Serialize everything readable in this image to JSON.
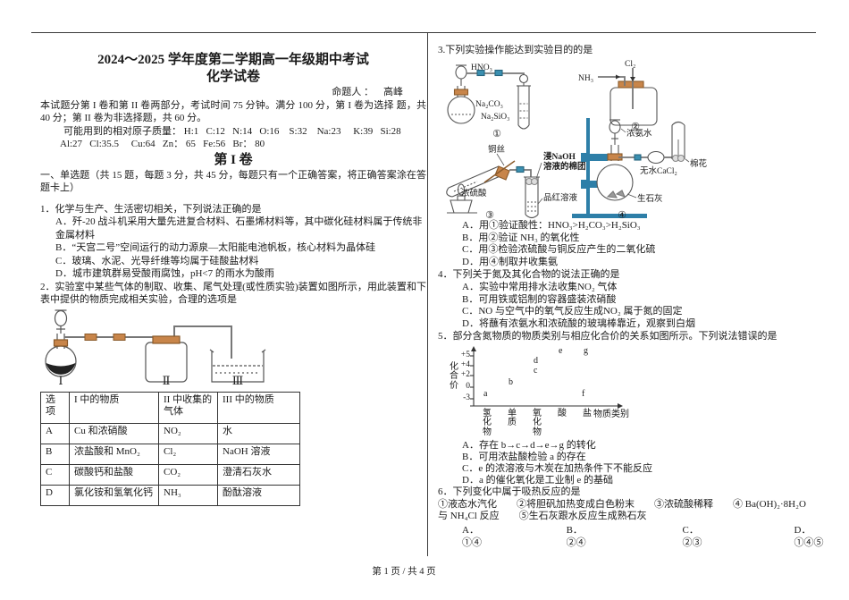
{
  "meta": {
    "footer": "第 1 页 / 共 4 页"
  },
  "header": {
    "title1": "2024～2025 学年度第二学期高一年级期中考试",
    "title2": "化学试卷",
    "examiner": "命题人 ：    高峰",
    "intro": "本试题分第 I 卷和第 II 卷两部分，考试时间 75 分钟。满分 100 分，第 I 卷为选择 题，共 40 分；第 II 卷为非选择题，共 60 分。",
    "masses1": "可能用到的相对原子质量： H:1   C:12   N:14   O:16    S:32    Na:23     K:39   Si:28",
    "masses2": "Al:27   Cl:35.5     Cu:64   Zn： 65   Fe:56   Br： 80",
    "part": "第 I 卷",
    "section": "一、单选题（共 15 题，每题 3 分，共 45 分，每题只有一个正确答案，将正确答案涂在答题卡上）"
  },
  "q1": {
    "stem": "1．化学与生产、生活密切相关，下列说法正确的是",
    "a": "A．歼-20 战斗机采用大量先进复合材料、石墨烯材料等，其中碳化硅材料属于传统非金属材料",
    "b": "B．“天宫二号”空间运行的动力源泉—太阳能电池帆板，核心材料为晶体硅",
    "c": "C．玻璃、水泥、光导纤维等均属于硅酸盐材料",
    "d": "D．城市建筑群易受酸雨腐蚀，pH<7 的雨水为酸雨"
  },
  "q2": {
    "stem": "2．实验室中某些气体的制取、收集、尾气处理(或性质实验)装置如图所示，用此装置和下表中提供的物质完成相关实验，合理的选项是",
    "apparatus_labels": [
      "Ⅰ",
      "Ⅱ",
      "Ⅲ"
    ],
    "table": {
      "headers": [
        "选项",
        "I 中的物质",
        "II 中收集的气体",
        "III 中的物质"
      ],
      "rows": [
        [
          "A",
          "Cu 和浓硝酸",
          "NO₂",
          "水"
        ],
        [
          "B",
          "浓盐酸和 MnO₂",
          "Cl₂",
          "NaOH 溶液"
        ],
        [
          "C",
          "碳酸钙和盐酸",
          "CO₂",
          "澄清石灰水"
        ],
        [
          "D",
          "氯化铵和氢氧化钙",
          "NH₃",
          "酚酞溶液"
        ]
      ]
    }
  },
  "q3": {
    "stem": "3.下列实验操作能达到实验目的的是",
    "d1": {
      "funnel": "HNO₃",
      "flask": "Na₂CO₃",
      "tube": "Na₂SiO₃",
      "num": "①"
    },
    "d2": {
      "left": "NH₃",
      "top": "Cl₂",
      "num": "②"
    },
    "d3": {
      "wire": "铜丝",
      "acid": "浓硫酸",
      "cotton1": "浸NaOH",
      "cotton2": "溶液的棉团",
      "solution": "品红溶液",
      "num": "③"
    },
    "d4": {
      "ammonia": "浓氨水",
      "desiccant": "无水CaCl₂",
      "cotton": "棉花",
      "lime": "生石灰",
      "num": "④"
    },
    "a": "A．用①验证酸性：HNO₃>H₂CO₃>H₂SiO₃",
    "b": "B．用②验证 NH₃ 的氧化性",
    "c": "C．用③检验浓硫酸与铜反应产生的二氧化硫",
    "d": "D．用④制取并收集氨"
  },
  "q4": {
    "stem": "4．下列关于氮及其化合物的说法正确的是",
    "a": "A．实验中常用排水法收集NO₂ 气体",
    "b": "B．可用铁或铝制的容器盛装浓硝酸",
    "c": "C．NO 与空气中的氧气反应生成NO₂ 属于氮的固定",
    "d": "D．将蘸有浓氨水和浓硫酸的玻璃棒靠近，观察到白烟"
  },
  "q5": {
    "stem": "5．部分含氮物质的物质类别与相应化合价的关系如图所示。下列说法错误的是",
    "a": "A．存在 b→c→d→e→g 的转化",
    "b": "B．可用浓盐酸检验 a 的存在",
    "c": "C．e 的浓溶液与木炭在加热条件下不能反应",
    "d": "D．a 的催化氧化是工业制 e 的基础"
  },
  "chart_data": {
    "type": "scatter",
    "ylabel": "化合价",
    "xlabel": "物质类别",
    "y_ticks": [
      "+5",
      "+4",
      "+2",
      "0",
      "-3"
    ],
    "categories": [
      "氢化物",
      "单质",
      "氧化物",
      "酸",
      "盐"
    ],
    "points": [
      {
        "label": "a",
        "category": "氢化物",
        "valence": -3
      },
      {
        "label": "b",
        "category": "单质",
        "valence": 0
      },
      {
        "label": "c",
        "category": "氧化物",
        "valence": 2
      },
      {
        "label": "d",
        "category": "氧化物",
        "valence": 4
      },
      {
        "label": "e",
        "category": "酸",
        "valence": 5
      },
      {
        "label": "f",
        "category": "盐",
        "valence": -3
      },
      {
        "label": "g",
        "category": "盐",
        "valence": 5
      }
    ]
  },
  "q6": {
    "stem": "6．下列变化中属于吸热反应的是",
    "items1": "①液态水汽化　　②将胆矾加热变成白色粉末　　③浓硫酸稀释　　④ Ba(OH)₂·8H₂O",
    "items2": "与 NH₄Cl 反应　　⑤生石灰跟水反应生成熟石灰",
    "a": "A．①④",
    "b": "B．②④",
    "c": "C．②③",
    "d": "D．①④⑤"
  }
}
